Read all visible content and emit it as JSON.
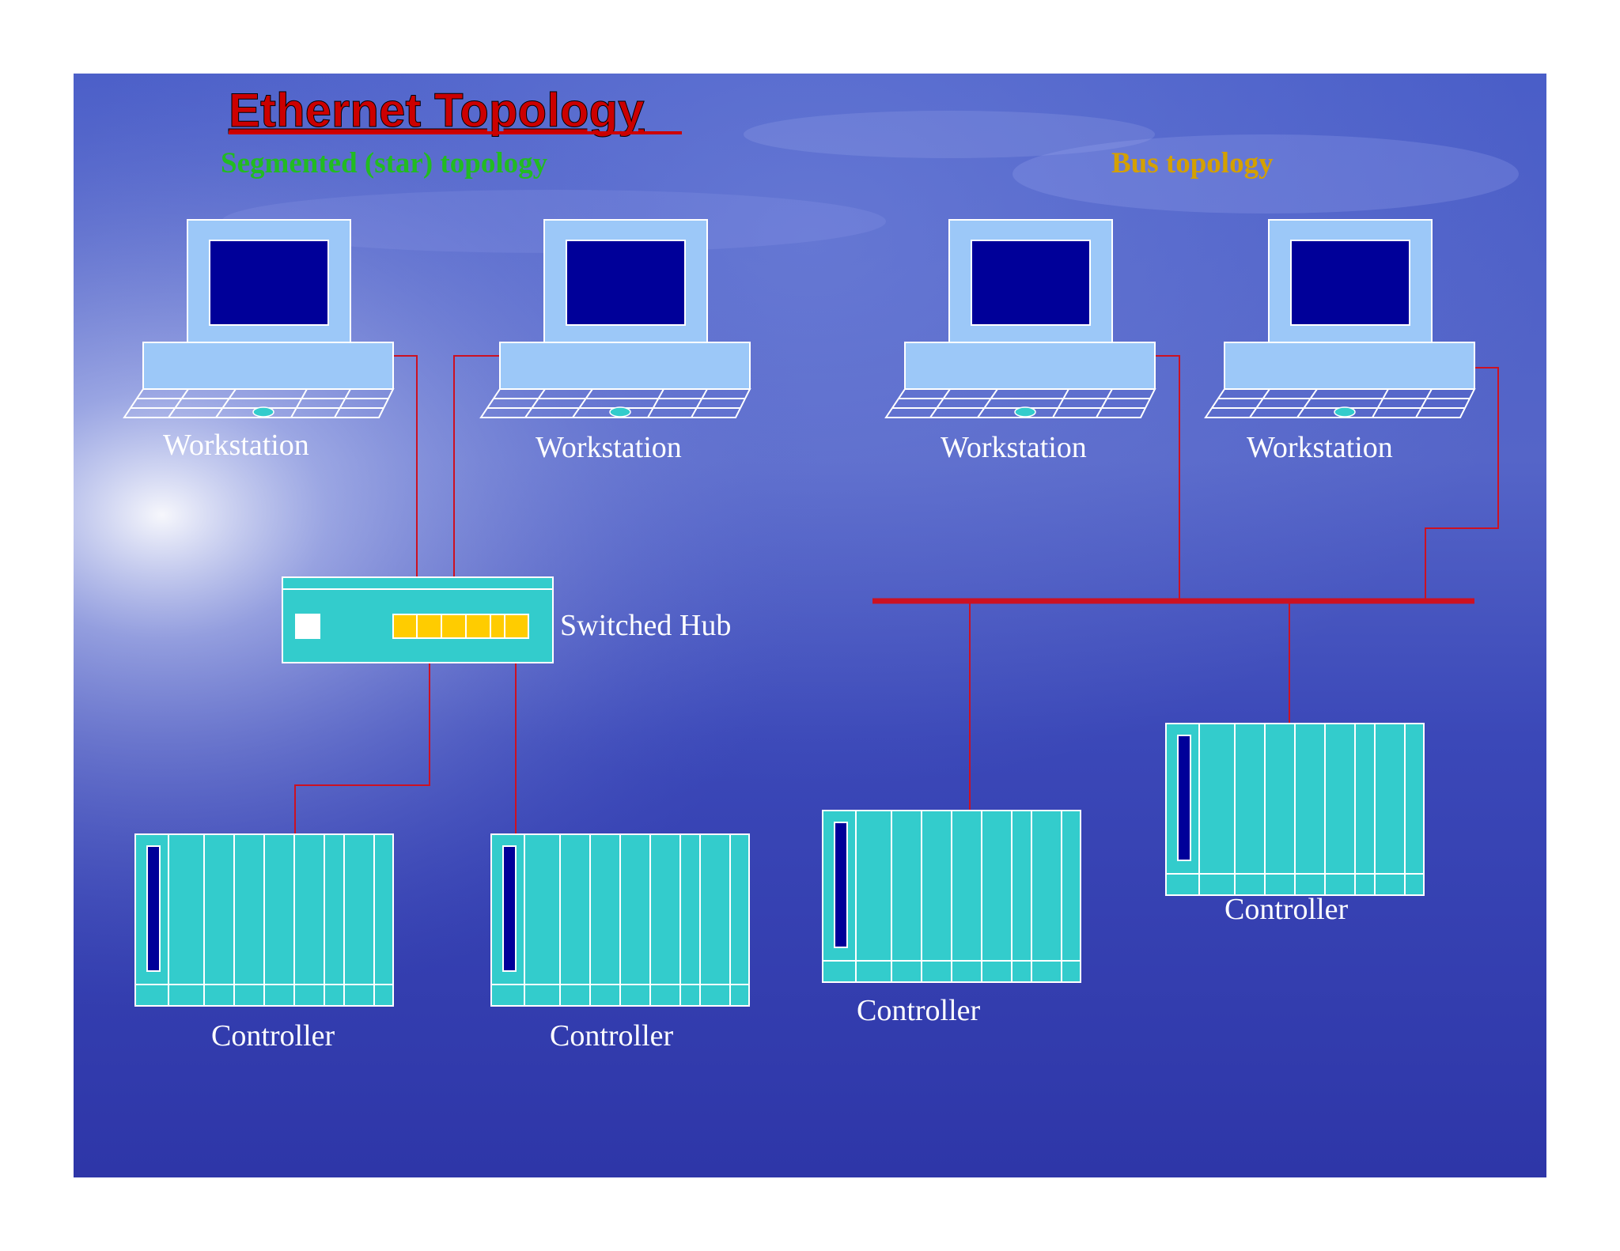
{
  "title": "Ethernet Topology",
  "subtitles": {
    "star": "Segmented (star) topology",
    "bus": "Bus topology"
  },
  "labels": {
    "ws1": "Workstation",
    "ws2": "Workstation",
    "ws3": "Workstation",
    "ws4": "Workstation",
    "hub": "Switched Hub",
    "ctrl1": "Controller",
    "ctrl2": "Controller",
    "ctrl3": "Controller",
    "ctrl4": "Controller"
  },
  "colors": {
    "title": "#cc0000",
    "star_subtitle": "#22bb22",
    "bus_subtitle": "#d4a000",
    "label": "#ffffff",
    "cable": "#cc1122",
    "monitor_frame": "#9cc8f8",
    "screen": "#000099",
    "controller": "#33cccc",
    "hub_port": "#ffcc00"
  },
  "icons": {
    "workstation": "desktop-computer-icon",
    "controller": "plc-rack-icon",
    "hub": "network-switch-icon"
  }
}
